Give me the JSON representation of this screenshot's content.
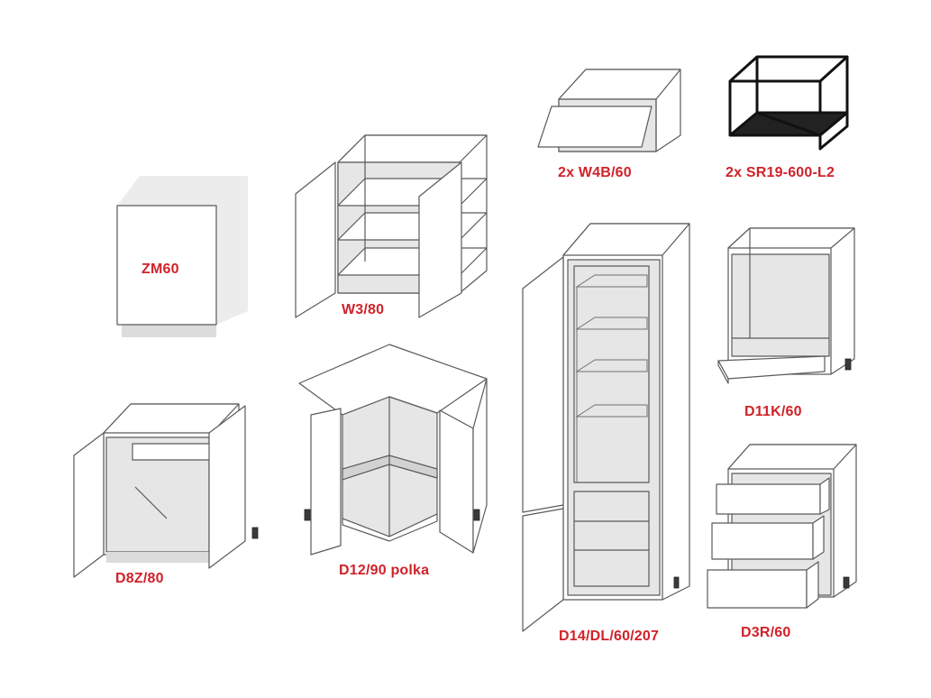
{
  "labels": {
    "zm60": "ZM60",
    "w3_80": "W3/80",
    "w4b_60": "2x W4B/60",
    "sr19": "2x SR19-600-L2",
    "d8z_80": "D8Z/80",
    "d12_90": "D12/90 polka",
    "d14": "D14/DL/60/207",
    "d11k": "D11K/60",
    "d3r": "D3R/60"
  },
  "colors": {
    "label": "#d0222a",
    "line": "#5a5a5a",
    "frame": "#111111"
  }
}
